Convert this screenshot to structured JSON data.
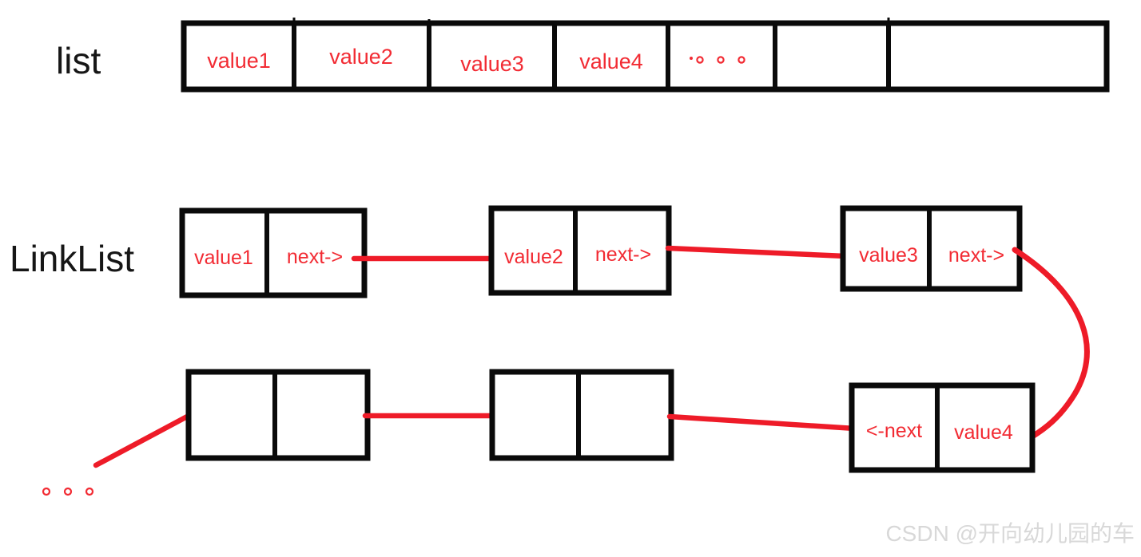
{
  "diagram": {
    "title_list": "list",
    "title_linklist": "LinkList",
    "accent_red": "#ee1b28",
    "text_red": "#f22b33",
    "stroke_black": "#0a0a0a",
    "background": "#ffffff"
  },
  "array_row": {
    "label": "list",
    "cells": [
      {
        "text": "value1"
      },
      {
        "text": "value2"
      },
      {
        "text": "value3"
      },
      {
        "text": "value4"
      },
      {
        "text": ""
      },
      {
        "text": ""
      },
      {
        "text": ""
      }
    ],
    "ellipsis_cell_index": 4,
    "ellipsis": "· ◦ ◦ ◦"
  },
  "linklist_row": {
    "label": "LinkList",
    "nodes_top": [
      {
        "left": "value1",
        "right": "next->"
      },
      {
        "left": "value2",
        "right": "next->"
      },
      {
        "left": "value3",
        "right": "next->"
      }
    ],
    "nodes_bottom": [
      {
        "left": "",
        "right": ""
      },
      {
        "left": "",
        "right": ""
      },
      {
        "left": "<-next",
        "right": "value4"
      }
    ],
    "trailing_ellipsis": "◦  ◦  ◦"
  },
  "watermark": {
    "text": "CSDN @开向幼儿园的车"
  }
}
